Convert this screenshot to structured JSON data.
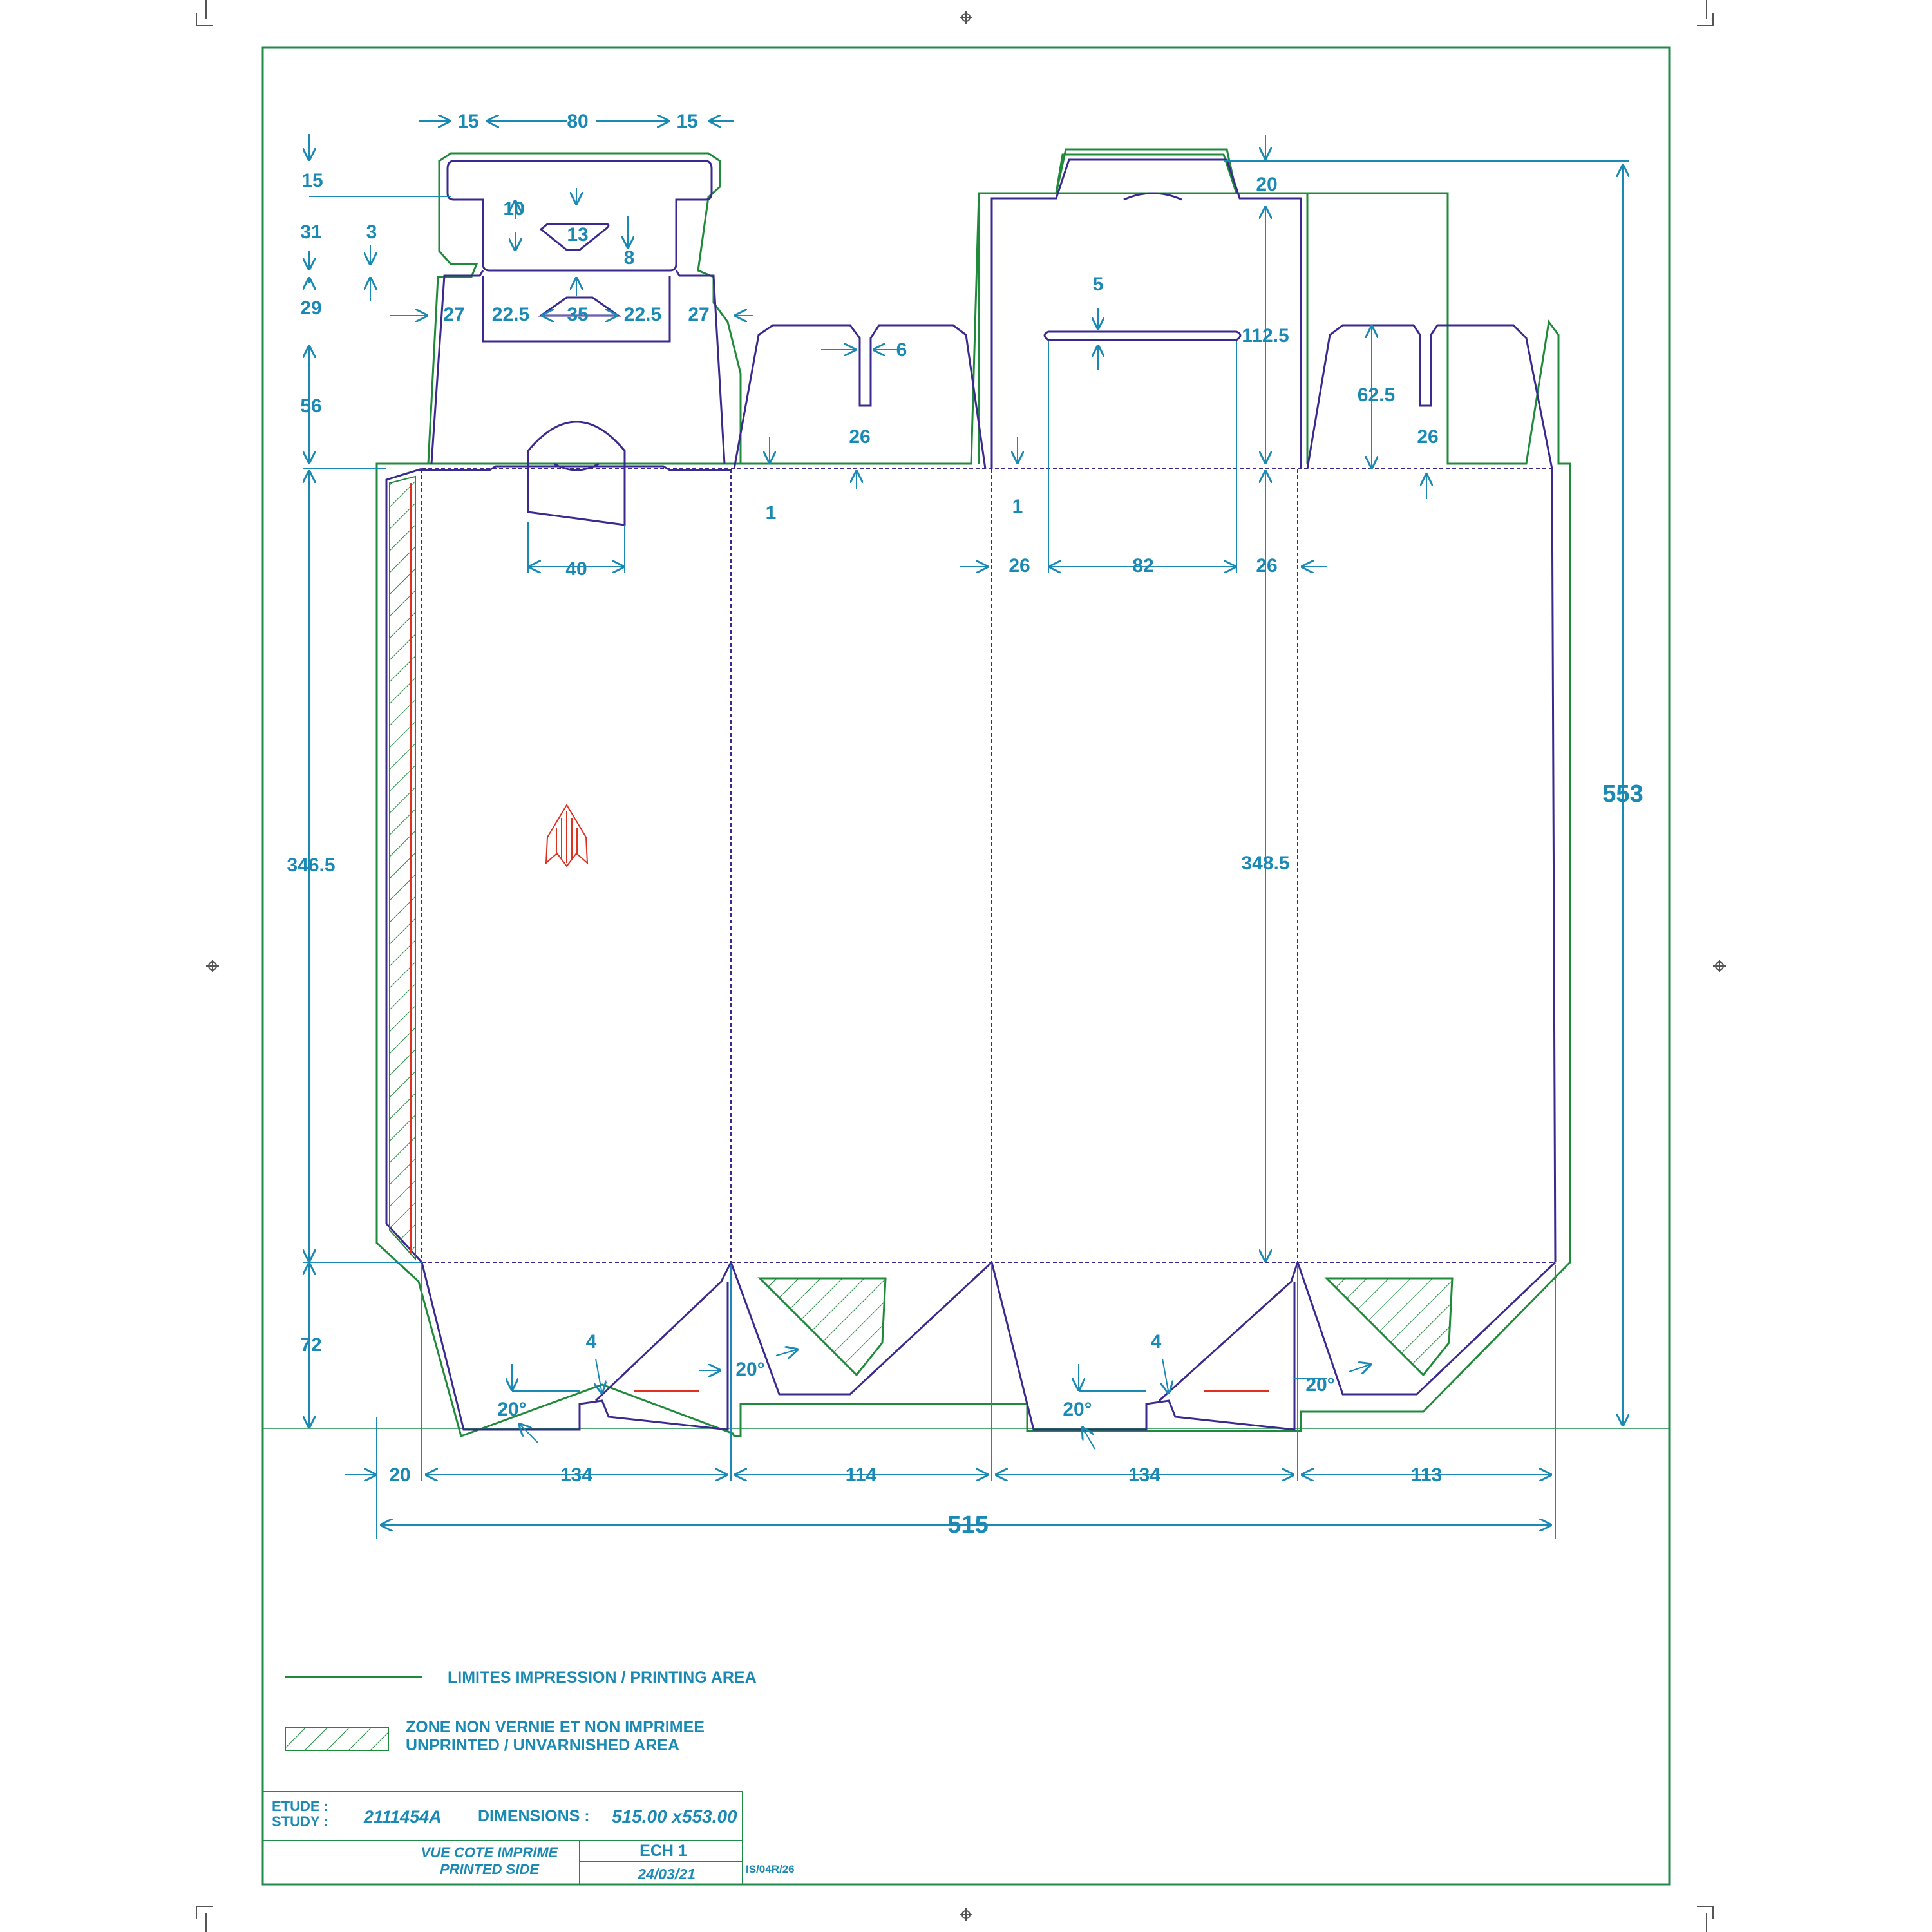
{
  "dimensions": {
    "top_tab_left": "15",
    "top_tab_center": "80",
    "top_tab_right": "15",
    "left_15": "15",
    "left_31": "31",
    "left_3": "3",
    "left_29": "29",
    "hang_10": "10",
    "hang_13": "13",
    "hang_8": "8",
    "w27_left": "27",
    "w22_5_left": "22.5",
    "w35": "35",
    "w22_5_right": "22.5",
    "w27_right": "27",
    "left_56": "56",
    "left_346_5": "346.5",
    "left_72": "72",
    "tab_6": "6",
    "tab_26_a": "26",
    "one_a": "1",
    "one_b": "1",
    "slot_5": "5",
    "h112_5": "112.5",
    "v20": "20",
    "h62_5": "62.5",
    "tab_26_b": "26",
    "handle_40": "40",
    "w26_a": "26",
    "w82": "82",
    "w26_b": "26",
    "h348_5": "348.5",
    "total_553": "553",
    "bottom_4_a": "4",
    "bottom_4_b": "4",
    "angle_1": "20°",
    "angle_2": "20°",
    "angle_3": "20°",
    "angle_4": "20°",
    "bottom_20": "20",
    "bottom_134_a": "134",
    "bottom_114": "114",
    "bottom_134_b": "134",
    "bottom_113": "113",
    "total_515": "515"
  },
  "legend": {
    "printing_area": "LIMITES IMPRESSION / PRINTING AREA",
    "unprinted_line1": "ZONE NON VERNIE ET NON IMPRIMEE",
    "unprinted_line2": "UNPRINTED / UNVARNISHED AREA"
  },
  "title_block": {
    "study_label_1": "ETUDE :",
    "study_label_2": "STUDY :",
    "study_value": "2111454A",
    "dimensions_label": "DIMENSIONS :",
    "dimensions_value": "515.00 x553.00",
    "view_line1": "VUE COTE IMPRIME",
    "view_line2": "PRINTED SIDE",
    "scale": "ECH 1",
    "date": "24/03/21",
    "ref": "IS/04R/26"
  },
  "colors": {
    "dimension": "#1a8ab5",
    "cut_line": "#3a2a8f",
    "print_limit": "#1f8a3a",
    "arrow_mark": "#e03020"
  }
}
